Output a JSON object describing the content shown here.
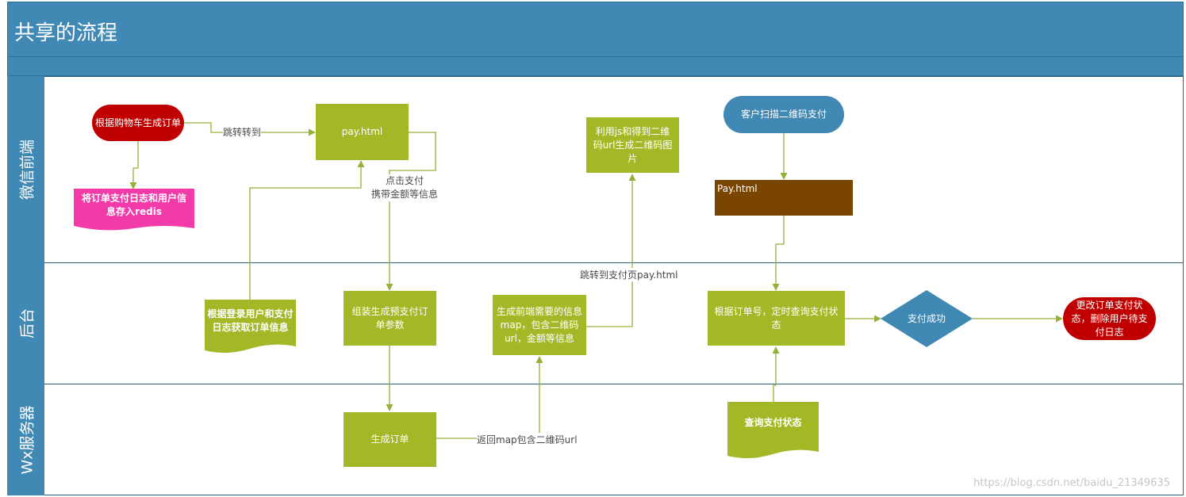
{
  "title": "共享的流程",
  "lanes": [
    "微信前端",
    "后台",
    "Wx服务器"
  ],
  "nodes": {
    "gen_order": "根据购物车生成订单",
    "save_log": "将订单支付日志和用户信息存入redis",
    "pay_html": "pay.html",
    "qr_img": "利用js和得到二维码url生成二维码图片",
    "scan_pay": "客户扫描二维码支付",
    "pay_html2": "Pay.html",
    "get_log": "根据登录用户和支付日志获取订单信息",
    "assemble": "组装生成预支付订单参数",
    "gen_info": "生成前端需要的信息map，包含二维码url，金额等信息",
    "query_timer": "根据订单号，定时查询支付状态",
    "pay_success": "支付成功",
    "update_status": "更改订单支付状态，删除用户待支付日志",
    "wx_order": "生成订单",
    "query_status": "查询支付状态"
  },
  "edge_labels": {
    "jump": "跳转转到",
    "click_pay": "点击支付\n携带金额等信息",
    "to_pay_page": "跳转到支付页pay.html",
    "return_map": "返回map包含二维码url"
  },
  "watermark": "https://blog.csdn.net/baidu_21349635",
  "colors": {
    "header": "#4189b5",
    "process": "#a4b827",
    "terminator_red": "#c00000",
    "document_pink": "#f23aa8",
    "page_brown": "#7a4500",
    "line": "#94b13a"
  }
}
